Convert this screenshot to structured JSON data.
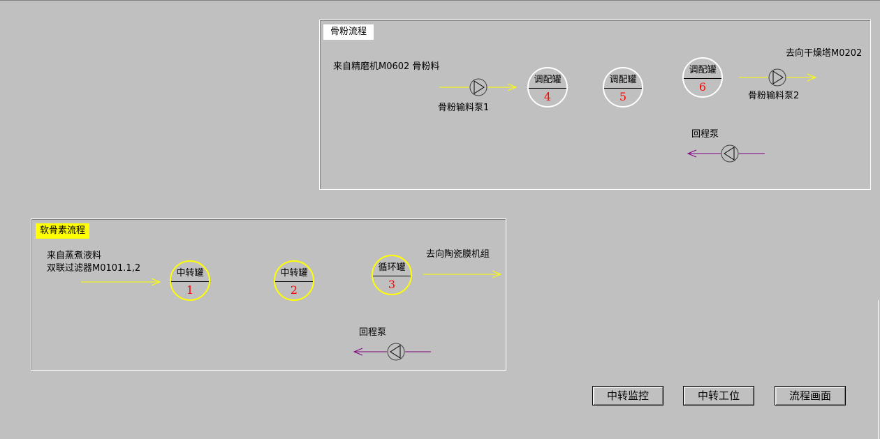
{
  "bone_panel": {
    "title": "骨粉流程",
    "source_label": "来自精磨机M0602 骨粉料",
    "pump1_label": "骨粉输料泵1",
    "pump2_label": "骨粉输料泵2",
    "dest_label": "去向干燥塔M0202",
    "return_pump_label": "回程泵",
    "tanks": [
      {
        "name": "调配罐",
        "number": "4"
      },
      {
        "name": "调配罐",
        "number": "5"
      },
      {
        "name": "调配罐",
        "number": "6"
      }
    ]
  },
  "cartilage_panel": {
    "title": "软骨素流程",
    "source_label_line1": "来自蒸煮液料",
    "source_label_line2": "双联过滤器M0101.1,2",
    "dest_label": "去向陶瓷膜机组",
    "return_pump_label": "回程泵",
    "tanks": [
      {
        "name": "中转罐",
        "number": "1"
      },
      {
        "name": "中转罐",
        "number": "2"
      },
      {
        "name": "循环罐",
        "number": "3"
      }
    ]
  },
  "buttons": {
    "transfer_monitor": "中转监控",
    "transfer_station": "中转工位",
    "process_screen": "流程画面"
  },
  "colors": {
    "background": "#c0c0c0",
    "flow_line": "#ffff00",
    "return_line": "#800080",
    "tank_number": "#ff0000",
    "cartilage_title_bg": "#ffff00",
    "bone_title_bg": "#ffffff"
  }
}
